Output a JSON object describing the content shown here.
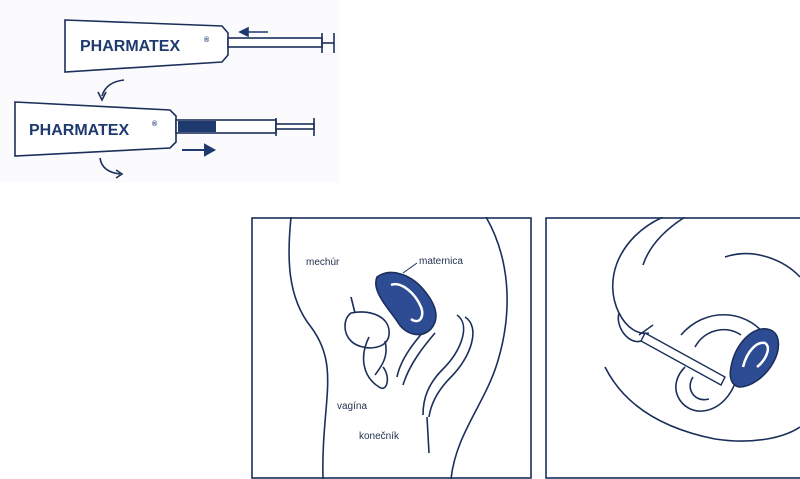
{
  "colors": {
    "ink": "#1e3a6e",
    "fill": "#2d4c93",
    "outline": "#1b2f5a"
  },
  "product": {
    "brand": "PHARMATEX",
    "mark": "®"
  },
  "anatomy": {
    "bladder_label": "mechúr",
    "uterus_label": "maternica",
    "vagina_label": "vagína",
    "rectum_label": "konečník"
  },
  "icons": [
    "applicator-tube",
    "plunger",
    "rotate-arrow",
    "direction-arrow"
  ]
}
